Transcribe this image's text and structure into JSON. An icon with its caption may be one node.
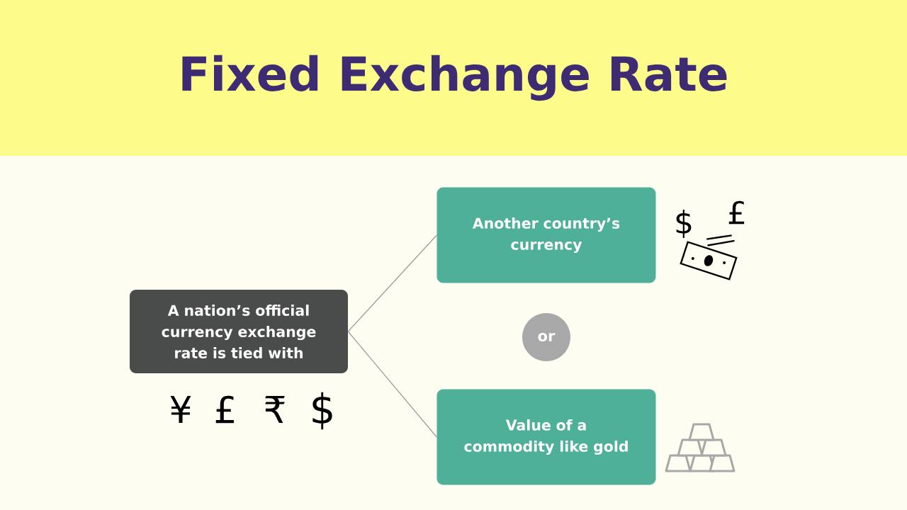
{
  "diagram": {
    "title": "Fixed Exchange Rate",
    "nodes": [
      {
        "text": [
          "A nation’s official currency exchange rate is tied with"
        ]
      },
      {
        "text": [
          "Another country’s currency"
        ]
      },
      {
        "text": [
          "or"
        ]
      },
      {
        "text": [
          "Value of a commodity like gold"
        ]
      }
    ],
    "edges": [
      {
        "from": 0,
        "to": 1,
        "arrow": "none"
      },
      {
        "from": 0,
        "to": 3,
        "arrow": "none"
      }
    ],
    "labels": [
      "¥",
      "£",
      "₹",
      "$",
      "$",
      "£"
    ]
  }
}
